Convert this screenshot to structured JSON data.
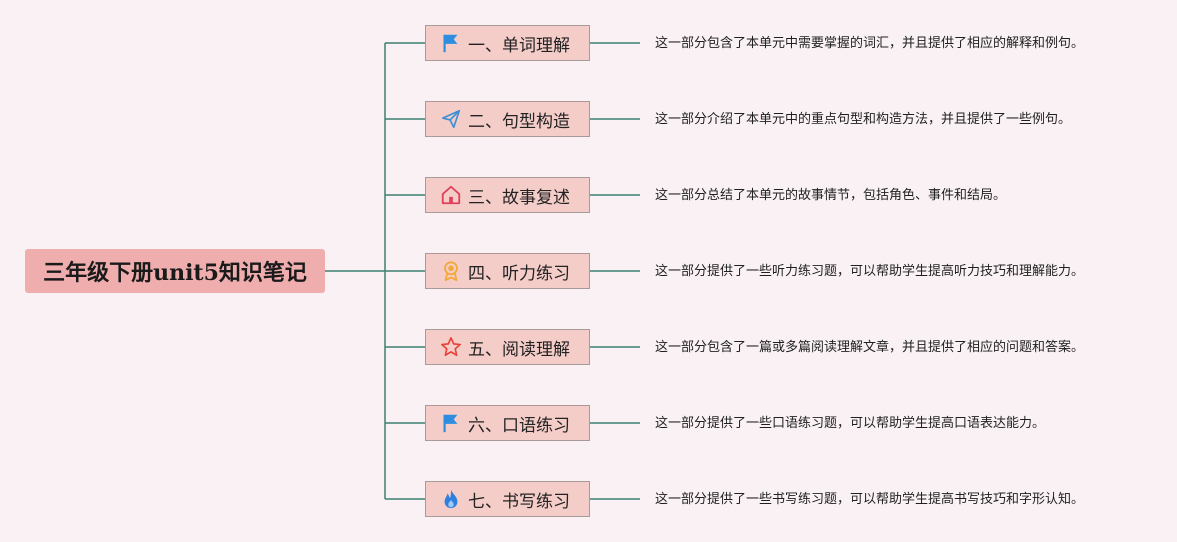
{
  "root": {
    "title": "三年级下册unit5知识笔记"
  },
  "branches": [
    {
      "label": "一、单词理解",
      "icon": "flag-icon",
      "icon_color": "#2d8ee0",
      "desc": "这一部分包含了本单元中需要掌握的词汇，并且提供了相应的解释和例句。"
    },
    {
      "label": "二、句型构造",
      "icon": "paper-plane-icon",
      "icon_color": "#3c8fd4",
      "desc": "这一部分介绍了本单元中的重点句型和构造方法，并且提供了一些例句。"
    },
    {
      "label": "三、故事复述",
      "icon": "home-icon",
      "icon_color": "#e0405a",
      "desc": "这一部分总结了本单元的故事情节，包括角色、事件和结局。"
    },
    {
      "label": "四、听力练习",
      "icon": "award-icon",
      "icon_color": "#f2a93a",
      "desc": "这一部分提供了一些听力练习题，可以帮助学生提高听力技巧和理解能力。"
    },
    {
      "label": "五、阅读理解",
      "icon": "star-icon",
      "icon_color": "#e8433a",
      "desc": "这一部分包含了一篇或多篇阅读理解文章，并且提供了相应的问题和答案。"
    },
    {
      "label": "六、口语练习",
      "icon": "flag-icon",
      "icon_color": "#2d8ee0",
      "desc": "这一部分提供了一些口语练习题，可以帮助学生提高口语表达能力。"
    },
    {
      "label": "七、书写练习",
      "icon": "flame-icon",
      "icon_color": "#2d7fe0",
      "desc": "这一部分提供了一些书写练习题，可以帮助学生提高书写技巧和字形认知。"
    }
  ],
  "colors": {
    "connector": "#3e7f72",
    "root_fill": "#efadad",
    "branch_fill": "#f4cdc9"
  }
}
